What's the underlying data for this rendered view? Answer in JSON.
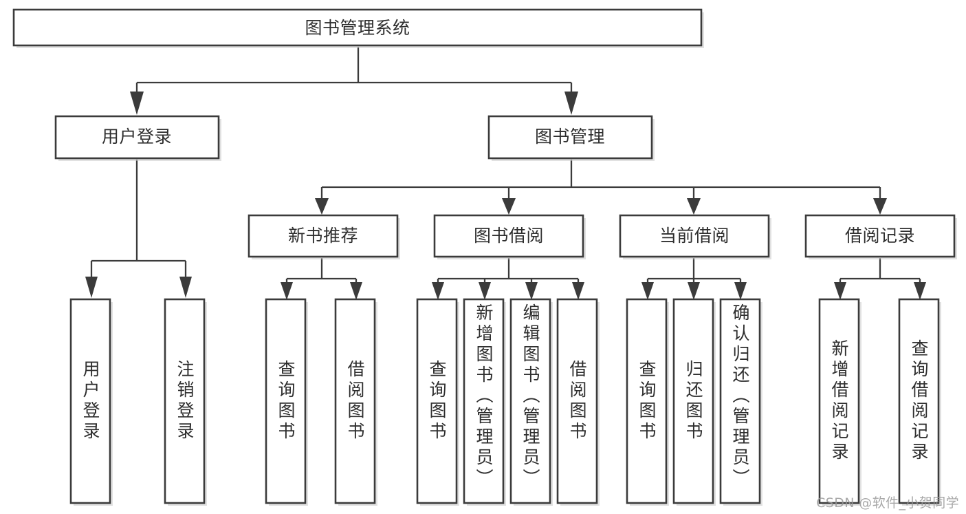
{
  "diagram": {
    "type": "tree-hierarchy",
    "title": "图书管理系统",
    "root": {
      "id": "root",
      "label": "图书管理系统"
    },
    "level2": [
      {
        "id": "user-login",
        "label": "用户登录"
      },
      {
        "id": "book-manage",
        "label": "图书管理"
      }
    ],
    "level3": [
      {
        "id": "new-book-rec",
        "label": "新书推荐",
        "parent": "book-manage"
      },
      {
        "id": "book-borrow",
        "label": "图书借阅",
        "parent": "book-manage"
      },
      {
        "id": "current-borrow",
        "label": "当前借阅",
        "parent": "book-manage"
      },
      {
        "id": "borrow-record",
        "label": "借阅记录",
        "parent": "book-manage"
      }
    ],
    "leaves": [
      {
        "id": "leaf-user-login",
        "label": "用户登录",
        "parent": "user-login"
      },
      {
        "id": "leaf-user-logout",
        "label": "注销登录",
        "parent": "user-login"
      },
      {
        "id": "leaf-query-book-rec",
        "label": "查询图书",
        "parent": "new-book-rec"
      },
      {
        "id": "leaf-borrow-book-rec",
        "label": "借阅图书",
        "parent": "new-book-rec"
      },
      {
        "id": "leaf-query-book-borrow",
        "label": "查询图书",
        "parent": "book-borrow"
      },
      {
        "id": "leaf-add-book",
        "label": "新增图书（管理员）",
        "parent": "book-borrow"
      },
      {
        "id": "leaf-edit-book",
        "label": "编辑图书（管理员）",
        "parent": "book-borrow"
      },
      {
        "id": "leaf-borrow-book",
        "label": "借阅图书",
        "parent": "book-borrow"
      },
      {
        "id": "leaf-query-book-current",
        "label": "查询图书",
        "parent": "current-borrow"
      },
      {
        "id": "leaf-return-book",
        "label": "归还图书",
        "parent": "current-borrow"
      },
      {
        "id": "leaf-confirm-return",
        "label": "确认归还（管理员）",
        "parent": "current-borrow"
      },
      {
        "id": "leaf-add-record",
        "label": "新增借阅记录",
        "parent": "borrow-record"
      },
      {
        "id": "leaf-query-record",
        "label": "查询借阅记录",
        "parent": "borrow-record"
      }
    ]
  },
  "watermark": {
    "text": "CSDN @软件_小贺同学"
  },
  "colors": {
    "box_stroke": "#3b3b3b",
    "text": "#2e2e2e",
    "background": "#ffffff",
    "watermark": "#9a9a9a"
  }
}
